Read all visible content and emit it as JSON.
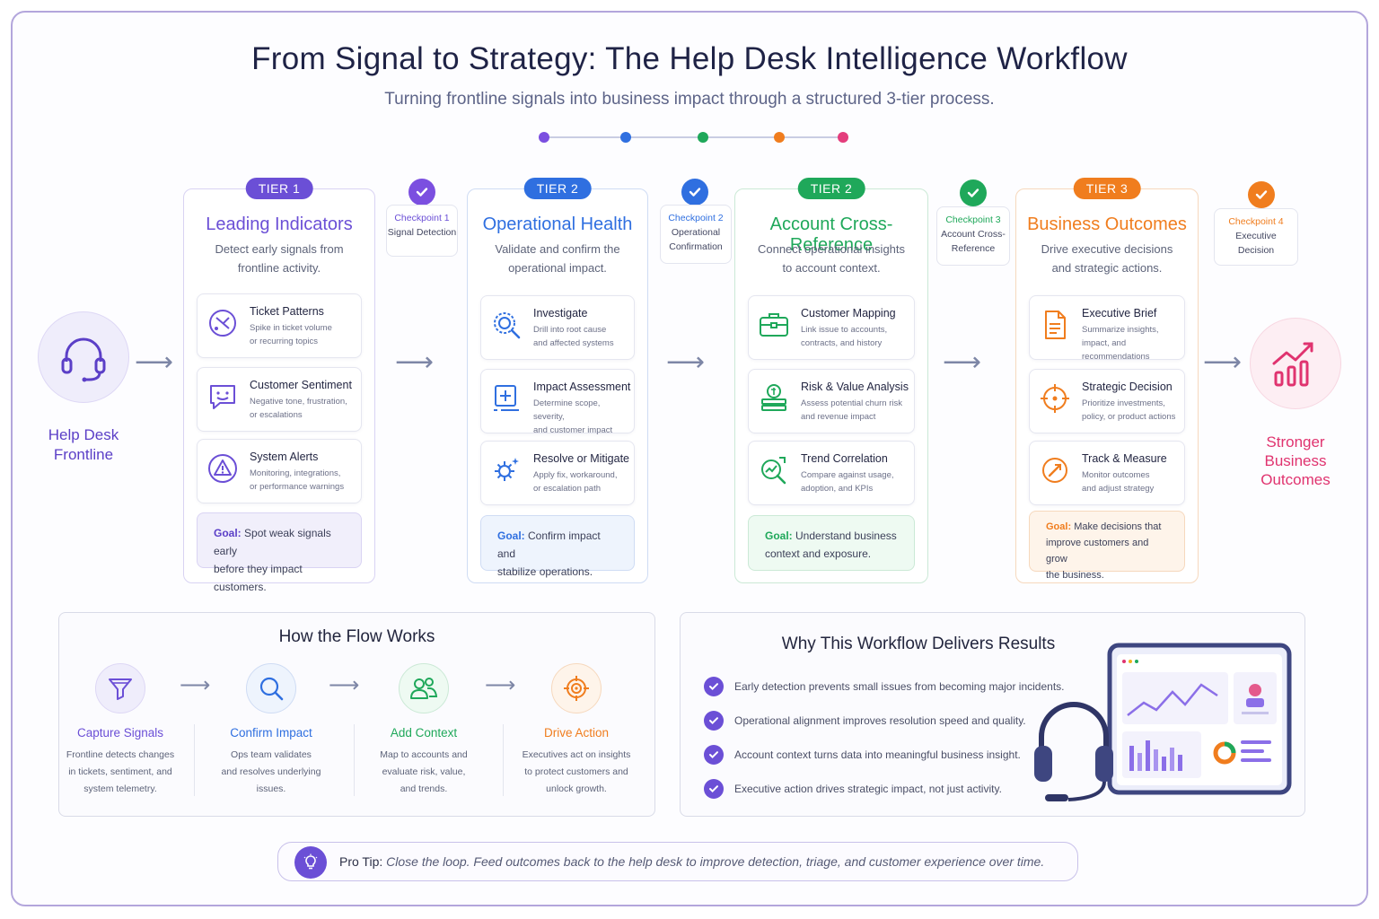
{
  "title": "From Signal to Strategy: The Help Desk Intelligence Workflow",
  "subtitle": "Turning frontline signals into business impact through a structured 3-tier process.",
  "progress_colors": [
    "#7b4fe0",
    "#2f6fe0",
    "#1fa85a",
    "#f07d1e",
    "#e43d7c"
  ],
  "start": {
    "label_line1": "Help Desk",
    "label_line2": "Frontline",
    "icon": "headset-icon",
    "color": "#5b3fc7"
  },
  "end": {
    "label_line1": "Stronger",
    "label_line2": "Business",
    "label_line3": "Outcomes",
    "icon": "growth-chart-icon",
    "color": "#e0336f"
  },
  "tiers": [
    {
      "badge": "TIER 1",
      "title": "Leading Indicators",
      "desc1": "Detect early signals from",
      "desc2": "frontline activity.",
      "accent": "#6b4fd6",
      "cards": [
        {
          "title": "Ticket Patterns",
          "d1": "Spike in ticket volume",
          "d2": "or recurring topics",
          "icon": "pattern-icon"
        },
        {
          "title": "Customer Sentiment",
          "d1": "Negative tone, frustration,",
          "d2": "or escalations",
          "icon": "chat-emoji-icon"
        },
        {
          "title": "System Alerts",
          "d1": "Monitoring, integrations,",
          "d2": "or performance warnings",
          "icon": "warning-icon"
        }
      ],
      "goal_label": "Goal:",
      "goal1": "Spot weak signals early",
      "goal2": "before they impact customers."
    },
    {
      "badge": "TIER 2",
      "title": "Operational Health",
      "desc1": "Validate and confirm the",
      "desc2": "operational impact.",
      "accent": "#2f6fe0",
      "cards": [
        {
          "title": "Investigate",
          "d1": "Drill into root cause",
          "d2": "and affected systems",
          "icon": "search-gear-icon"
        },
        {
          "title": "Impact Assessment",
          "d1": "Determine scope, severity,",
          "d2": "and customer impact",
          "icon": "plus-square-icon"
        },
        {
          "title": "Resolve or Mitigate",
          "d1": "Apply fix, workaround,",
          "d2": "or escalation path",
          "icon": "gear-fix-icon"
        }
      ],
      "goal_label": "Goal:",
      "goal1": "Confirm impact and",
      "goal2": "stabilize operations."
    },
    {
      "badge": "TIER 2",
      "title": "Account Cross-Reference",
      "desc1": "Connect operational insights",
      "desc2": "to account context.",
      "accent": "#1fa85a",
      "cards": [
        {
          "title": "Customer Mapping",
          "d1": "Link issue to accounts,",
          "d2": "contracts, and history",
          "icon": "briefcase-icon"
        },
        {
          "title": "Risk & Value Analysis",
          "d1": "Assess potential churn risk",
          "d2": "and revenue impact",
          "icon": "money-stack-icon"
        },
        {
          "title": "Trend Correlation",
          "d1": "Compare against usage,",
          "d2": "adoption, and KPIs",
          "icon": "trend-search-icon"
        }
      ],
      "goal_label": "Goal:",
      "goal1": "Understand business",
      "goal2": "context and exposure."
    },
    {
      "badge": "TIER 3",
      "title": "Business Outcomes",
      "desc1": "Drive executive decisions",
      "desc2": "and strategic actions.",
      "accent": "#f07d1e",
      "cards": [
        {
          "title": "Executive Brief",
          "d1": "Summarize insights,",
          "d2": "impact, and recommendations",
          "icon": "document-icon"
        },
        {
          "title": "Strategic Decision",
          "d1": "Prioritize investments,",
          "d2": "policy, or product actions",
          "icon": "crosshair-icon"
        },
        {
          "title": "Track & Measure",
          "d1": "Monitor outcomes",
          "d2": "and adjust strategy",
          "icon": "progress-check-icon"
        }
      ],
      "goal_label": "Goal:",
      "goal1": "Make decisions that",
      "goal2": "improve customers and grow",
      "goal3": "the business."
    }
  ],
  "checkpoints": [
    {
      "name": "Checkpoint 1",
      "l1": "Signal Detection",
      "l2": "",
      "color": "#7b4fe0"
    },
    {
      "name": "Checkpoint 2",
      "l1": "Operational",
      "l2": "Confirmation",
      "color": "#2f6fe0"
    },
    {
      "name": "Checkpoint 3",
      "l1": "Account Cross-",
      "l2": "Reference",
      "color": "#1fa85a"
    },
    {
      "name": "Checkpoint 4",
      "l1": "Executive",
      "l2": "Decision",
      "color": "#f07d1e"
    }
  ],
  "flow": {
    "title": "How the Flow Works",
    "steps": [
      {
        "title": "Capture Signals",
        "d1": "Frontline detects changes",
        "d2": "in tickets, sentiment, and",
        "d3": "system telemetry.",
        "color": "#6b4fd6",
        "icon": "funnel-icon"
      },
      {
        "title": "Confirm Impact",
        "d1": "Ops team validates",
        "d2": "and resolves underlying",
        "d3": "issues.",
        "color": "#2f6fe0",
        "icon": "magnifier-icon"
      },
      {
        "title": "Add Context",
        "d1": "Map to accounts and",
        "d2": "evaluate risk, value,",
        "d3": "and trends.",
        "color": "#1fa85a",
        "icon": "people-icon"
      },
      {
        "title": "Drive Action",
        "d1": "Executives act on insights",
        "d2": "to protect customers and",
        "d3": "unlock growth.",
        "color": "#f07d1e",
        "icon": "target-icon"
      }
    ]
  },
  "why": {
    "title": "Why This Workflow Delivers Results",
    "bullets": [
      "Early detection prevents small issues from becoming major incidents.",
      "Operational alignment improves resolution speed and quality.",
      "Account context turns data into meaningful business insight.",
      "Executive action drives strategic impact, not just activity."
    ],
    "illustration": "headset-dashboard-icon"
  },
  "tip": {
    "label": "Pro Tip:",
    "text": "Close the loop. Feed outcomes back to the help desk to improve detection, triage, and customer experience over time.",
    "icon": "lightbulb-icon"
  }
}
